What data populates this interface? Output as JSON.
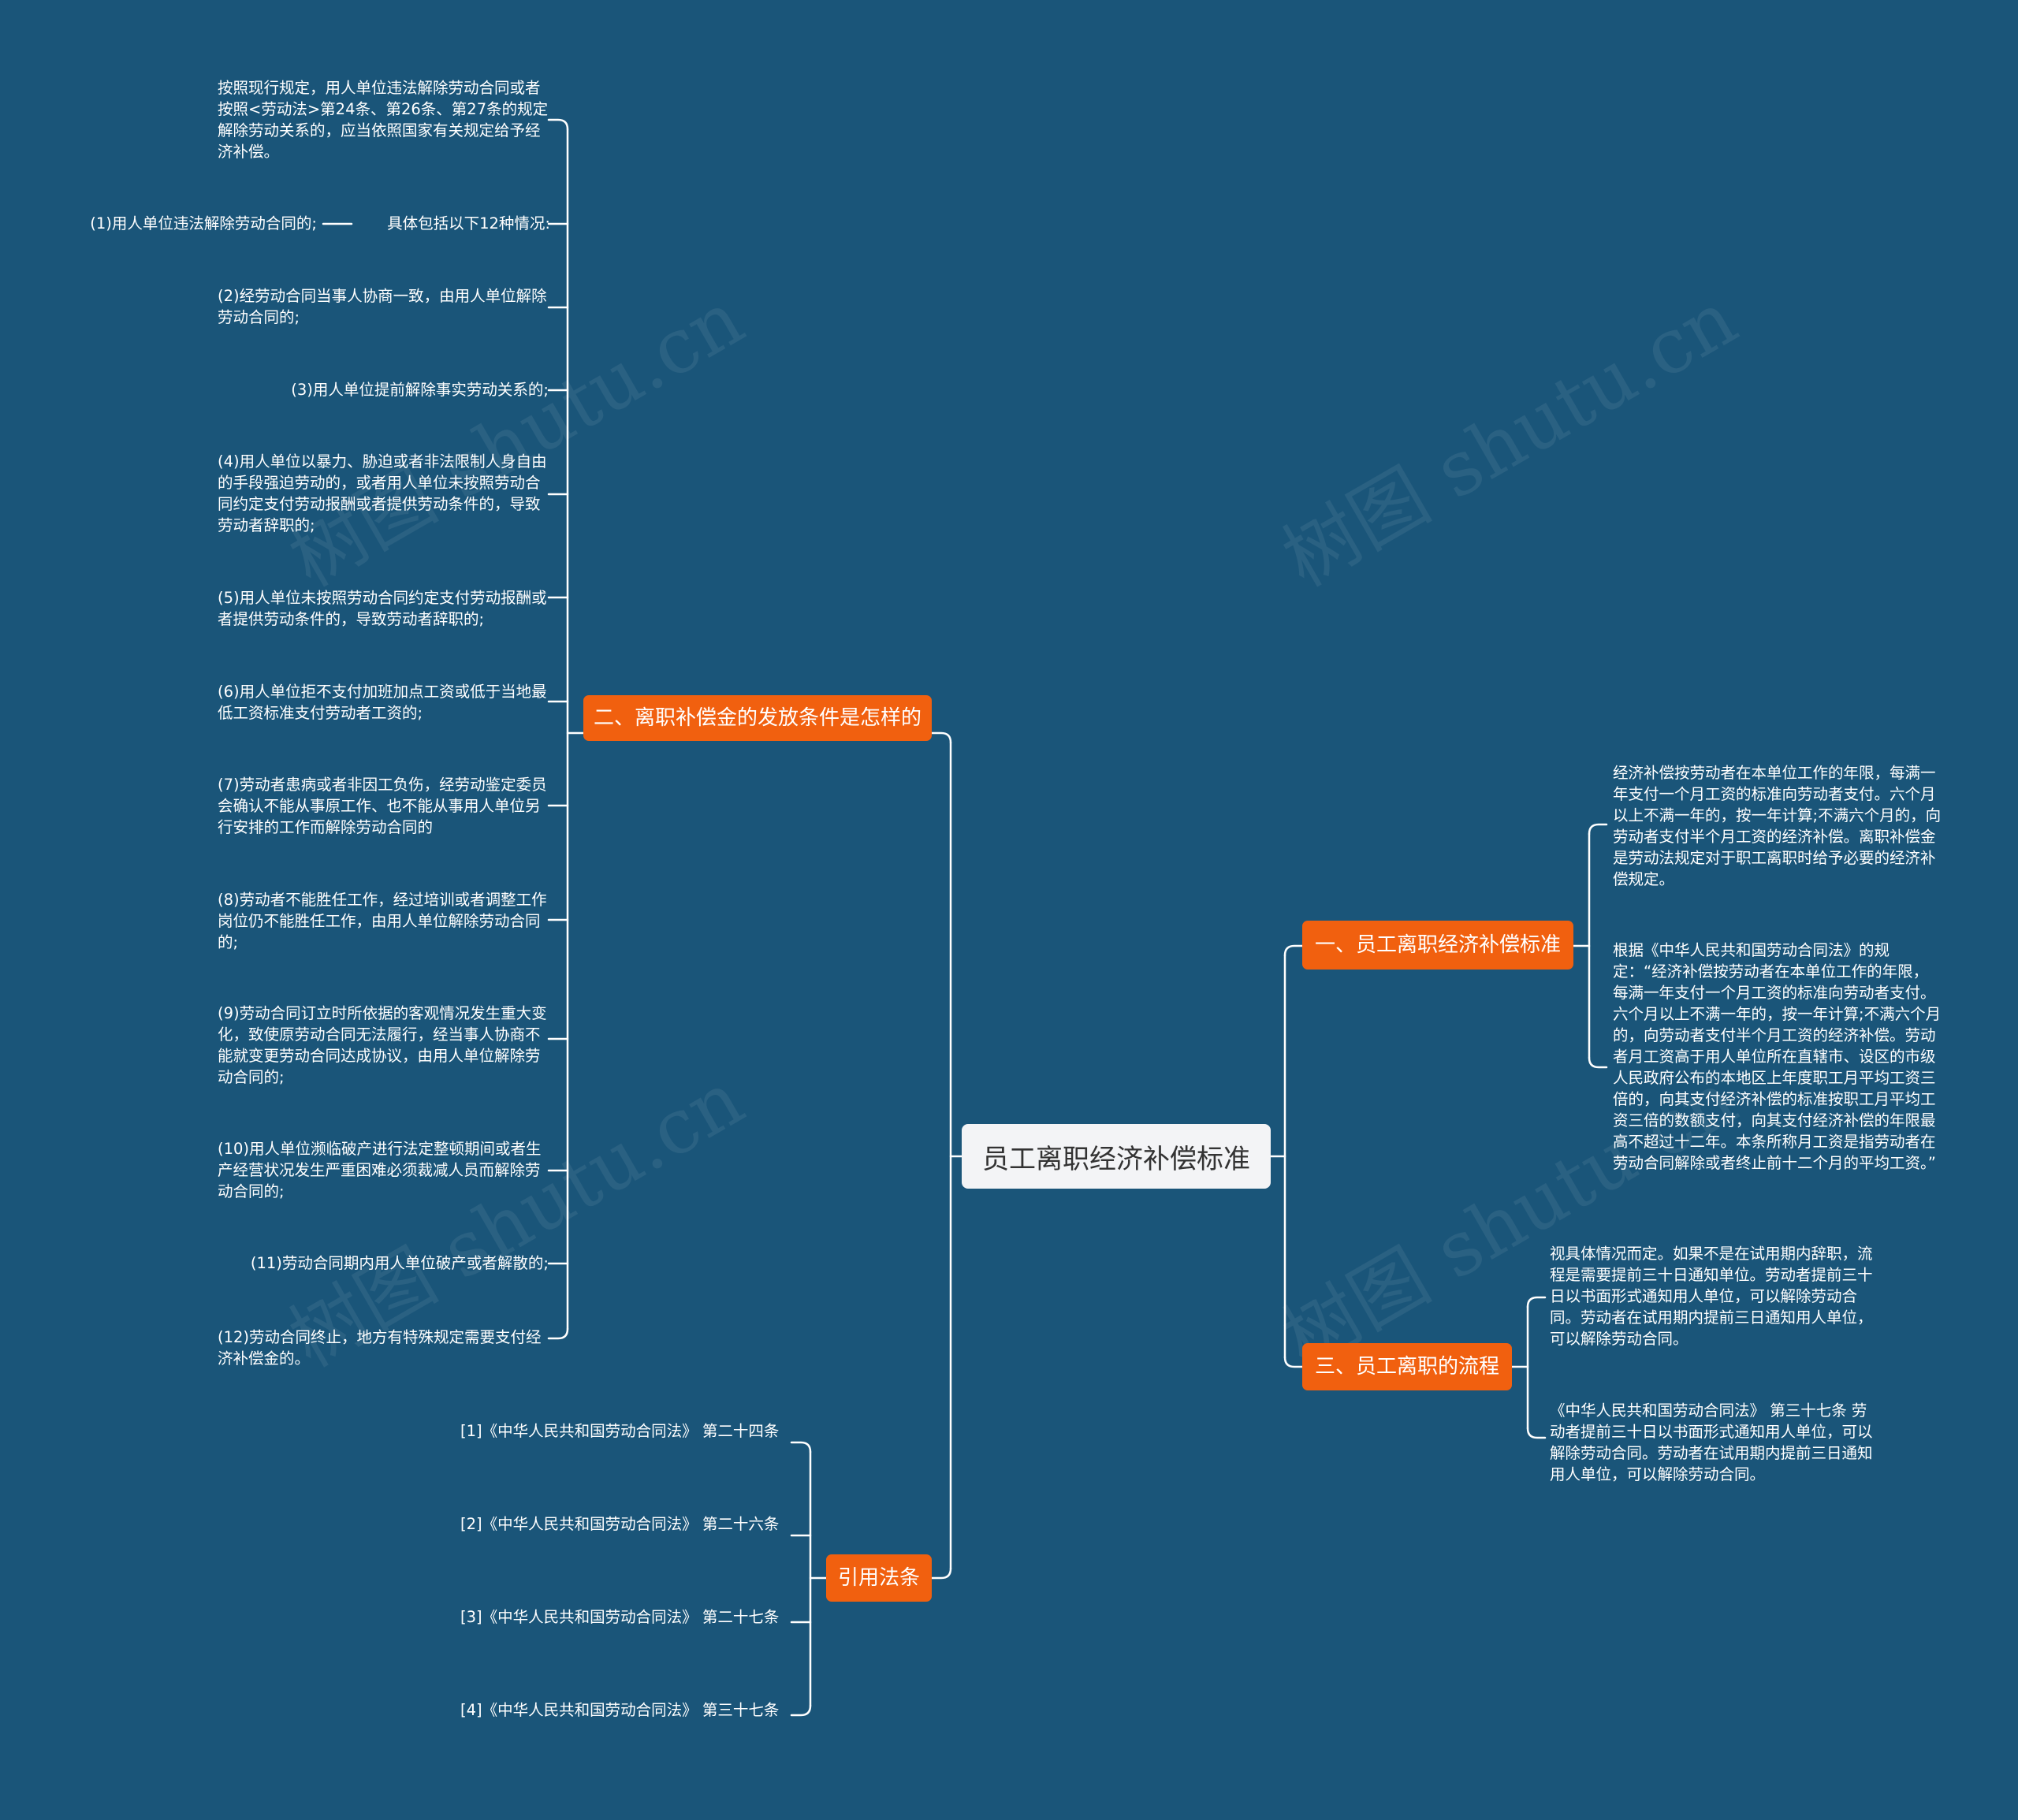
{
  "root": "员工离职经济补偿标准",
  "branches": {
    "conditions": "二、离职补偿金的发放条件是怎样的",
    "standard": "一、员工离职经济补偿标准",
    "process": "三、员工离职的流程",
    "laws": "引用法条"
  },
  "conditions_items": [
    "按照现行规定，用人单位违法解除劳动合同或者按照<劳动法>第24条、第26条、第27条的规定解除劳动关系的，应当依照国家有关规定给予经济补偿。",
    "(2)经劳动合同当事人协商一致，由用人单位解除劳动合同的;",
    "(3)用人单位提前解除事实劳动关系的;",
    "(4)用人单位以暴力、胁迫或者非法限制人身自由的手段强迫劳动的，或者用人单位未按照劳动合同约定支付劳动报酬或者提供劳动条件的，导致劳动者辞职的;",
    "(5)用人单位未按照劳动合同约定支付劳动报酬或者提供劳动条件的，导致劳动者辞职的;",
    "(6)用人单位拒不支付加班加点工资或低于当地最低工资标准支付劳动者工资的;",
    "(7)劳动者患病或者非因工负伤，经劳动鉴定委员会确认不能从事原工作、也不能从事用人单位另行安排的工作而解除劳动合同的",
    "(8)劳动者不能胜任工作，经过培训或者调整工作岗位仍不能胜任工作，由用人单位解除劳动合同的;",
    "(9)劳动合同订立时所依据的客观情况发生重大变化，致使原劳动合同无法履行，经当事人协商不能就变更劳动合同达成协议，由用人单位解除劳动合同的;",
    "(10)用人单位濒临破产进行法定整顿期间或者生产经营状况发生严重困难必须裁减人员而解除劳动合同的;",
    "(11)劳动合同期内用人单位破产或者解散的;",
    "(12)劳动合同终止，地方有特殊规定需要支付经济补偿金的。"
  ],
  "twelve_cases": {
    "label": "具体包括以下12种情况:",
    "child": "(1)用人单位违法解除劳动合同的;"
  },
  "standard_items": [
    "经济补偿按劳动者在本单位工作的年限，每满一年支付一个月工资的标准向劳动者支付。六个月以上不满一年的，按一年计算;不满六个月的，向劳动者支付半个月工资的经济补偿。离职补偿金是劳动法规定对于职工离职时给予必要的经济补偿规定。",
    "根据《中华人民共和国劳动合同法》的规定：“经济补偿按劳动者在本单位工作的年限，每满一年支付一个月工资的标准向劳动者支付。六个月以上不满一年的，按一年计算;不满六个月的，向劳动者支付半个月工资的经济补偿。劳动者月工资高于用人单位所在直辖市、设区的市级人民政府公布的本地区上年度职工月平均工资三倍的，向其支付经济补偿的标准按职工月平均工资三倍的数额支付，向其支付经济补偿的年限最高不超过十二年。本条所称月工资是指劳动者在劳动合同解除或者终止前十二个月的平均工资。”"
  ],
  "process_items": [
    "视具体情况而定。如果不是在试用期内辞职，流程是需要提前三十日通知单位。劳动者提前三十日以书面形式通知用人单位，可以解除劳动合同。劳动者在试用期内提前三日通知用人单位，可以解除劳动合同。",
    "《中华人民共和国劳动合同法》 第三十七条 劳动者提前三十日以书面形式通知用人单位，可以解除劳动合同。劳动者在试用期内提前三日通知用人单位，可以解除劳动合同。"
  ],
  "law_items": [
    "[1]《中华人民共和国劳动合同法》 第二十四条",
    "[2]《中华人民共和国劳动合同法》 第二十六条",
    "[3]《中华人民共和国劳动合同法》 第二十七条",
    "[4]《中华人民共和国劳动合同法》 第三十七条"
  ],
  "watermark": "树图 shutu.cn",
  "colors": {
    "background": "#1a5579",
    "branch": "#f1600f",
    "root_fill": "#f3f4f6",
    "line": "#ffffff"
  }
}
